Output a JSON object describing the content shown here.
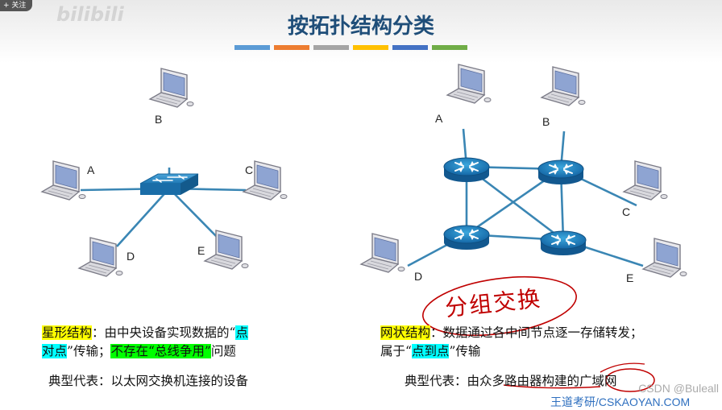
{
  "header": {
    "follow_label": "+ 关注",
    "brand": "bilibili",
    "title": "按拓扑结构分类",
    "bar_colors": [
      "#5b9bd5",
      "#ed7d31",
      "#a5a5a5",
      "#ffc000",
      "#4472c4",
      "#70ad47"
    ]
  },
  "star": {
    "hub_icon": "switch-icon",
    "computer_icon": "laptop-icon",
    "nodes": [
      "B",
      "A",
      "C",
      "D",
      "E"
    ]
  },
  "mesh": {
    "router_icon": "router-icon",
    "computer_icon": "laptop-icon",
    "nodes": [
      "A",
      "B",
      "C",
      "D",
      "E"
    ]
  },
  "left_text": {
    "term": "星形结构",
    "line1_mid": "：由中央设备实现数据的“",
    "point1": "点",
    "point2": "对点",
    "line2_mid": "”传输；",
    "no_bus": "不存在“总线争用”",
    "line2_end": "问题",
    "example": "典型代表：以太网交换机连接的设备"
  },
  "right_text": {
    "term": "网状结构",
    "line1_mid": "：数据通过各中间节点逐一存储转发；",
    "line2_start": "属于“",
    "p2p": "点到点",
    "line2_end": "”传输",
    "example": "典型代表：由众多路由器构建的广域网"
  },
  "annotation": {
    "handwritten": "分组交换",
    "color": "#c00000"
  },
  "watermarks": {
    "csdn": "CSDN @Buleall",
    "wangdao": "王道考研/CSKAOYAN.COM"
  }
}
